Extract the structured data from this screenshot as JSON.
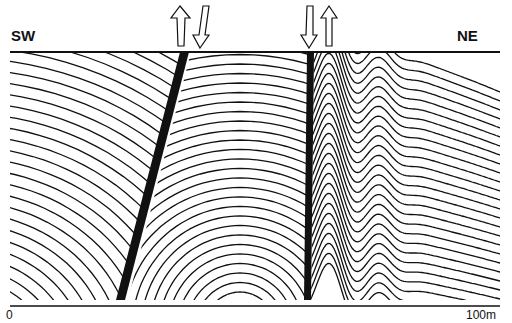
{
  "diagram": {
    "labels": [
      "SW",
      "NE",
      "0",
      "100m"
    ]
  }
}
